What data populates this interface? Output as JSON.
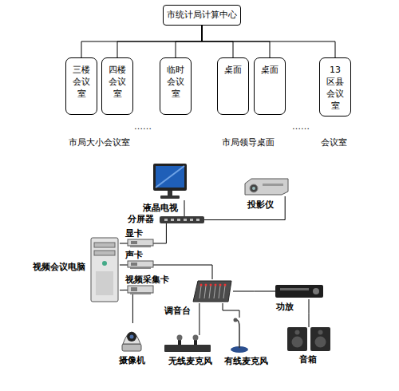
{
  "diagram": {
    "nodes": [
      {
        "text": [
          "市统计局计算中心"
        ]
      },
      {
        "text": [
          "三楼会议室"
        ]
      },
      {
        "text": [
          "四楼会议室"
        ]
      },
      {
        "text": [
          "临时会议室"
        ]
      },
      {
        "text": [
          "桌面"
        ]
      },
      {
        "text": [
          "桌面"
        ]
      },
      {
        "text": [
          "13区县会议室"
        ]
      },
      {
        "text": [
          "液晶电视"
        ]
      },
      {
        "text": [
          "投影仪"
        ]
      },
      {
        "text": [
          "分屏器"
        ]
      },
      {
        "text": [
          "显卡"
        ]
      },
      {
        "text": [
          "视频会议电脑"
        ]
      },
      {
        "text": [
          "声卡"
        ]
      },
      {
        "text": [
          "视频采集卡"
        ]
      },
      {
        "text": [
          "调音台"
        ]
      },
      {
        "text": [
          "功放"
        ]
      },
      {
        "text": [
          "摄像机"
        ]
      },
      {
        "text": [
          "无线麦克风"
        ]
      },
      {
        "text": [
          "有线麦克风"
        ]
      },
      {
        "text": [
          "音箱"
        ]
      }
    ],
    "edges": [
      {
        "from": 0,
        "to": 1,
        "arrow": "none"
      },
      {
        "from": 0,
        "to": 2,
        "arrow": "none"
      },
      {
        "from": 0,
        "to": 3,
        "arrow": "none"
      },
      {
        "from": 0,
        "to": 4,
        "arrow": "none"
      },
      {
        "from": 0,
        "to": 5,
        "arrow": "none"
      },
      {
        "from": 0,
        "to": 6,
        "arrow": "none"
      },
      {
        "from": 9,
        "to": 7,
        "arrow": "none"
      },
      {
        "from": 9,
        "to": 8,
        "arrow": "none"
      },
      {
        "from": 10,
        "to": 9,
        "arrow": "none"
      },
      {
        "from": 11,
        "to": 10,
        "arrow": "none"
      },
      {
        "from": 11,
        "to": 12,
        "arrow": "none"
      },
      {
        "from": 11,
        "to": 13,
        "arrow": "none"
      },
      {
        "from": 12,
        "to": 14,
        "arrow": "none"
      },
      {
        "from": 13,
        "to": 16,
        "arrow": "none"
      },
      {
        "from": 14,
        "to": 15,
        "arrow": "none"
      },
      {
        "from": 15,
        "to": 19,
        "arrow": "none"
      },
      {
        "from": 14,
        "to": 17,
        "arrow": "none"
      },
      {
        "from": 14,
        "to": 18,
        "arrow": "none"
      }
    ],
    "labels": [
      "……",
      "……",
      "市局大小会议室",
      "市局领导桌面",
      "会议室"
    ]
  }
}
